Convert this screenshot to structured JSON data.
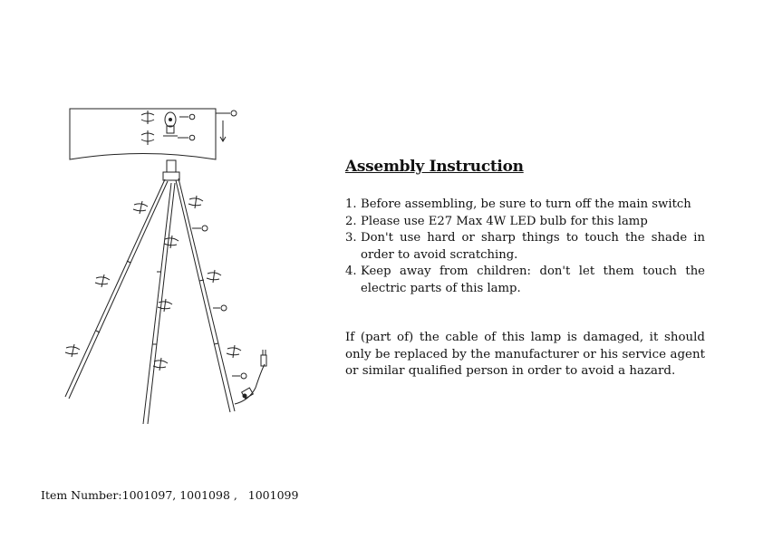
{
  "title": "Assembly Instruction",
  "steps": [
    {
      "num": "1.",
      "text": "Before assembling, be sure to turn off the main switch"
    },
    {
      "num": "2.",
      "text": "Please use E27 Max 4W LED bulb for this lamp"
    },
    {
      "num": "3.",
      "text": "Don't use hard or sharp things to touch the shade in order to avoid scratching."
    },
    {
      "num": "4.",
      "text": "Keep away from children: don't let them touch the electric parts of this lamp."
    }
  ],
  "warning": "If (part of) the cable of this lamp is damaged, it should only be replaced by the manufacturer or his service agent or similar qualified person in order to avoid a hazard.",
  "item_number": "Item Number:1001097, 1001098 ,   1001099",
  "icons": [
    "tripod-lamp-diagram-icon",
    "light-bulb-icon",
    "rotate-arrow-icon",
    "plug-icon"
  ],
  "colors": {
    "ink": "#111111",
    "background": "#ffffff"
  }
}
